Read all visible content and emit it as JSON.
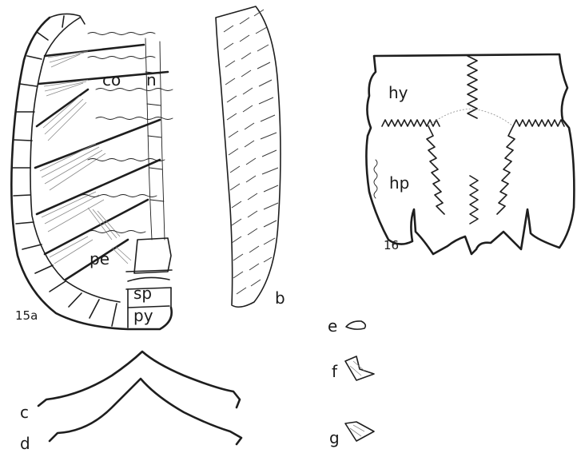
{
  "labels": {
    "co": "co",
    "n": "n",
    "pe": "pe",
    "sp": "sp",
    "py": "py",
    "fig15a": "15a",
    "b": "b",
    "hy": "hy",
    "hp": "hp",
    "fig16": "16",
    "c": "c",
    "d": "d",
    "e": "e",
    "f": "f",
    "g": "g"
  }
}
